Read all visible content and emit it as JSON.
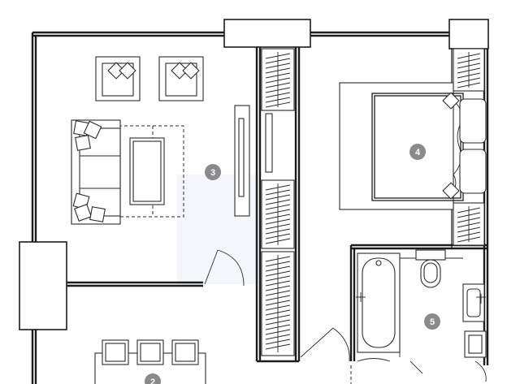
{
  "rooms": [
    {
      "id": "room-2",
      "number": "2"
    },
    {
      "id": "room-3",
      "number": "3"
    },
    {
      "id": "room-4",
      "number": "4"
    },
    {
      "id": "room-5",
      "number": "5"
    }
  ],
  "colors": {
    "walls": "#1c1c1c",
    "badge": "#8a8a8a",
    "badge_text": "#ffffff",
    "background": "#ffffff"
  }
}
